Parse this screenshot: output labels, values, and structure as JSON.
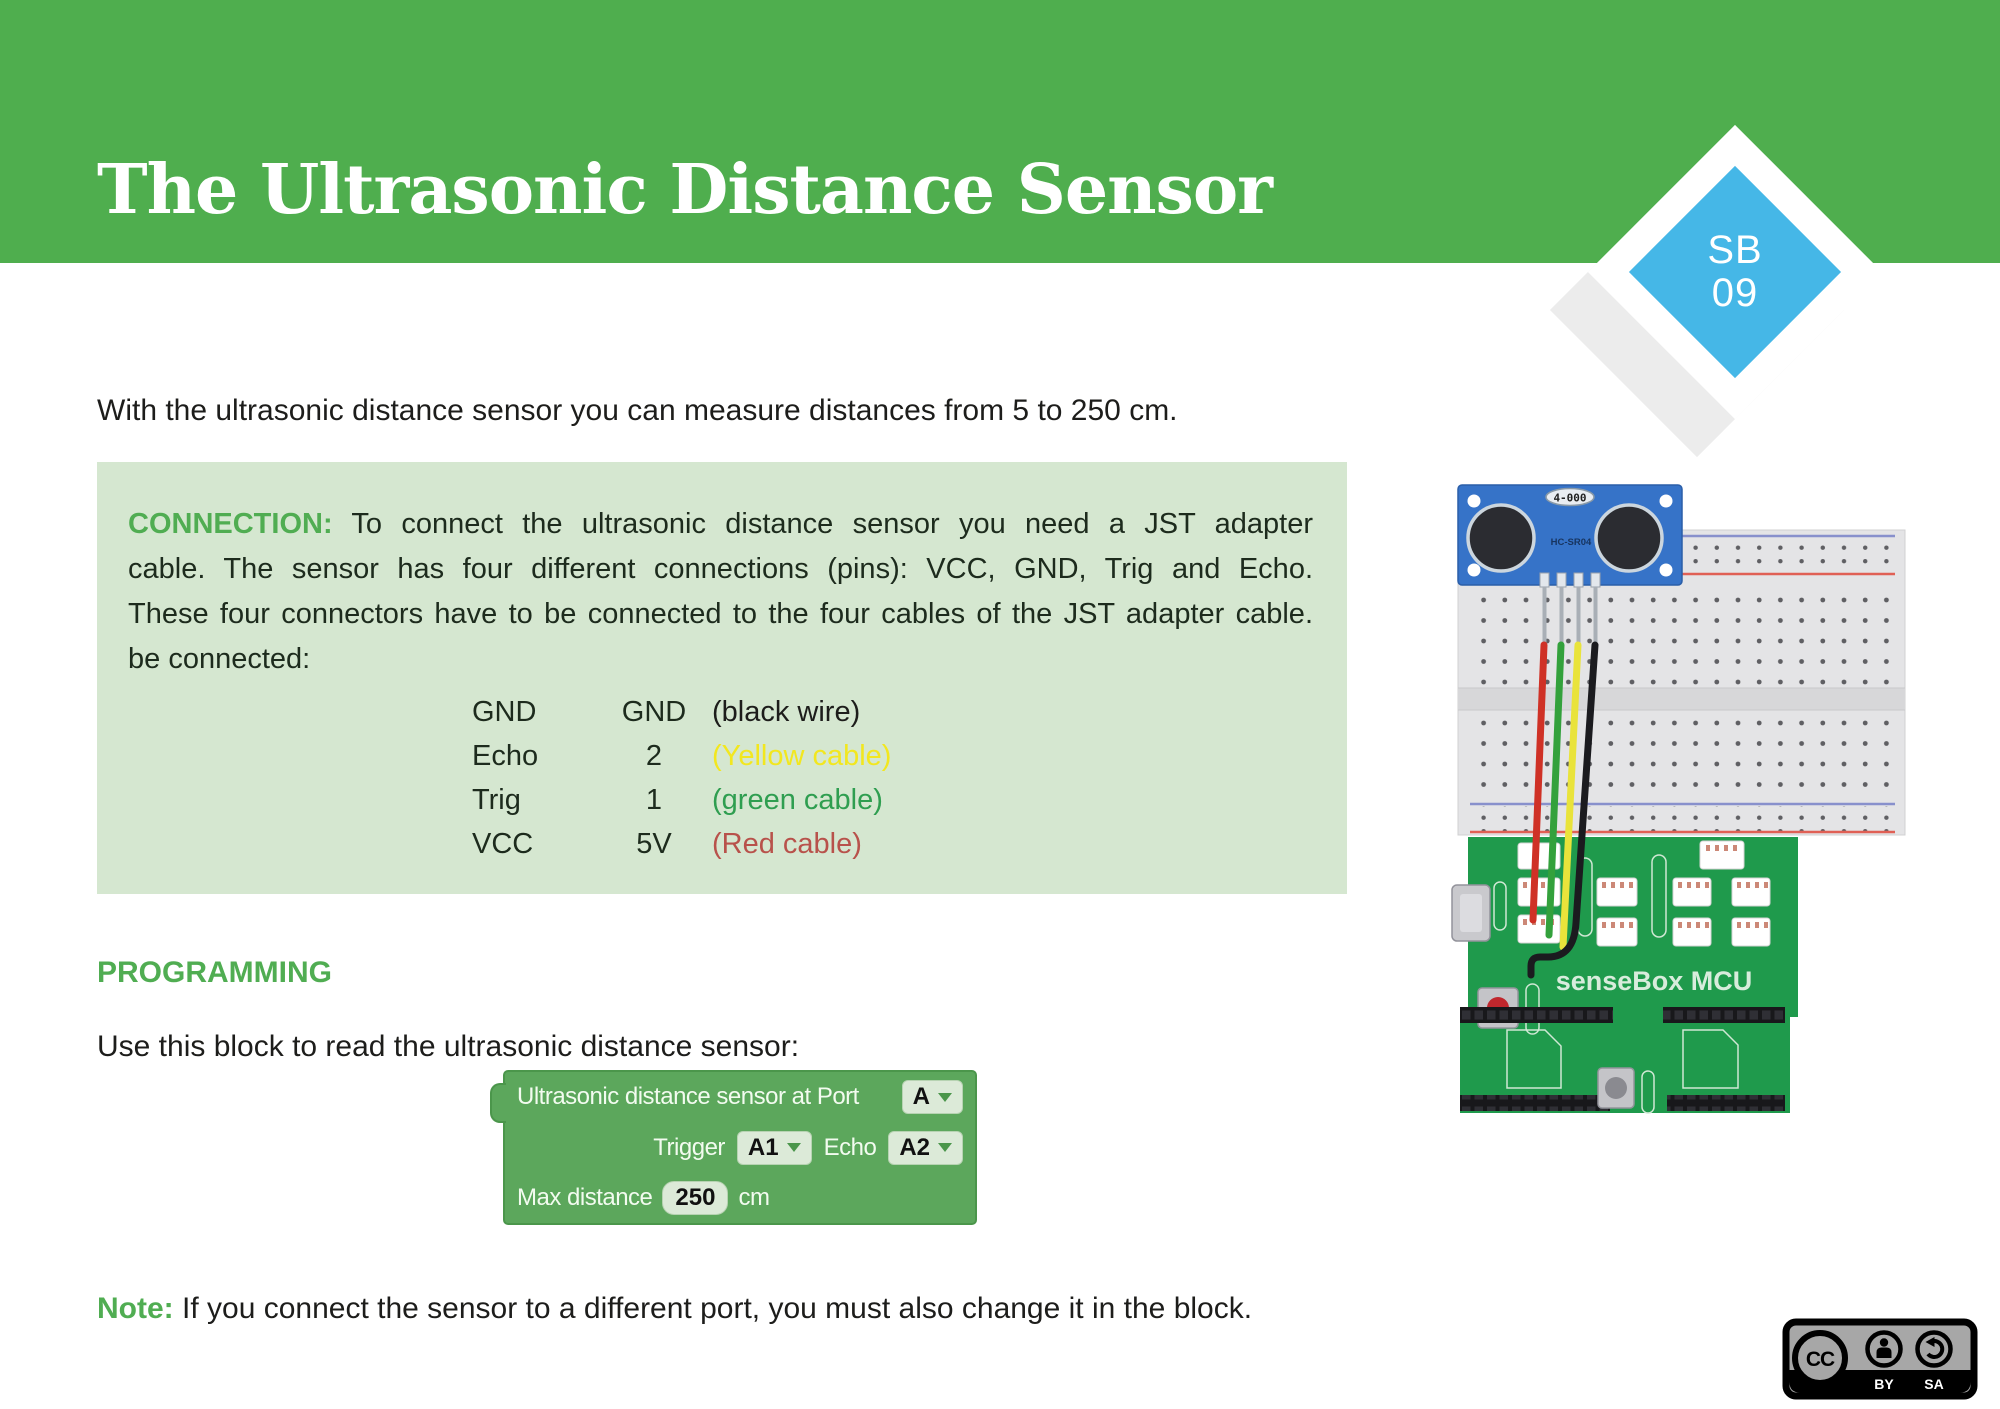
{
  "header": {
    "title": "The Ultrasonic Distance Sensor",
    "badge_line1": "SB",
    "badge_line2": "09"
  },
  "intro": "With the ultrasonic distance sensor you can measure distances from 5 to 250 cm.",
  "connection": {
    "label": "CONNECTION:",
    "line1": "To connect the ultrasonic distance sensor you need a JST adapter",
    "line2": "cable. The sensor has four different connections (pins): VCC, GND, Trig and Echo.",
    "line3": "These four connectors have to be connected to the four cables of the JST adapter cable.",
    "line4": "be connected:",
    "table": [
      {
        "pin": "GND",
        "port": "GND",
        "cable": "(black wire)"
      },
      {
        "pin": "Echo",
        "port": "2",
        "cable": "(Yellow cable)"
      },
      {
        "pin": "Trig",
        "port": "1",
        "cable": "(green cable)"
      },
      {
        "pin": "VCC",
        "port": "5V",
        "cable": "(Red cable)"
      }
    ]
  },
  "programming": {
    "heading": "PROGRAMMING",
    "instruction": "Use this block to read the ultrasonic distance sensor:"
  },
  "block": {
    "line1_label": "Ultrasonic distance sensor at Port",
    "port_value": "A",
    "trigger_label": "Trigger",
    "trigger_value": "A1",
    "echo_label": "Echo",
    "echo_value": "A2",
    "max_label": "Max distance",
    "max_value": "250",
    "max_unit": "cm"
  },
  "note": {
    "label": "Note:",
    "text": "If you connect the sensor to a different port, you must also change it in the block."
  },
  "figure": {
    "sensor_crystal_label": "4-000",
    "sensor_model": "HC-SR04",
    "board_label": "senseBox MCU"
  },
  "license": {
    "cc": "CC",
    "by": "BY",
    "sa": "SA"
  },
  "colors": {
    "header_green": "#4fae4e",
    "accent_green": "#50ad52",
    "box_background": "#d5e7d0",
    "diamond_blue": "#45b7e7",
    "block_green": "#5ca75c",
    "cable_yellow": "#f2e71f",
    "cable_green": "#2f9e50",
    "cable_red": "#b8524b",
    "mcu_green": "#1f9a4c",
    "sensor_blue": "#3673c8"
  }
}
